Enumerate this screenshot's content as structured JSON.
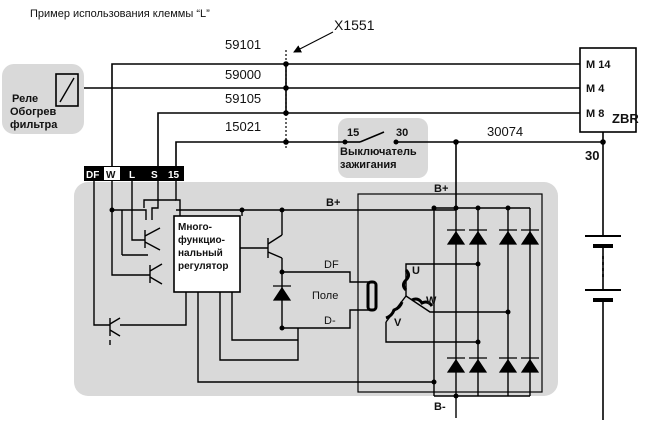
{
  "title": "Пример использования клеммы “L”",
  "connector_label": "X1551",
  "wires": {
    "w1": "59101",
    "w2": "59000",
    "w3": "59105",
    "w4": "15021",
    "w5": "30074",
    "w6": "30"
  },
  "relay": {
    "line1": "Реле",
    "line2": "Обогрев",
    "line3": "фильтра"
  },
  "zbr": {
    "name": "ZBR",
    "pin1": "M 14",
    "pin2": "M 4",
    "pin3": "M 8"
  },
  "switch": {
    "pin_a": "15",
    "pin_b": "30",
    "line1": "Выключатель",
    "line2": "зажигания"
  },
  "terminals": [
    "DF",
    "W",
    "L",
    "S",
    "15"
  ],
  "regulator": {
    "line1": "Много-",
    "line2": "функцио-",
    "line3": "нальный",
    "line4": "регулятор"
  },
  "alternator": {
    "b_plus_top": "B+",
    "b_plus": "B+",
    "b_minus": "B-",
    "df": "DF",
    "field": "Поле",
    "d_minus": "D-",
    "u": "U",
    "v": "V",
    "w": "W"
  },
  "colors": {
    "panel": "#d9d9d9",
    "wire": "#000000"
  }
}
